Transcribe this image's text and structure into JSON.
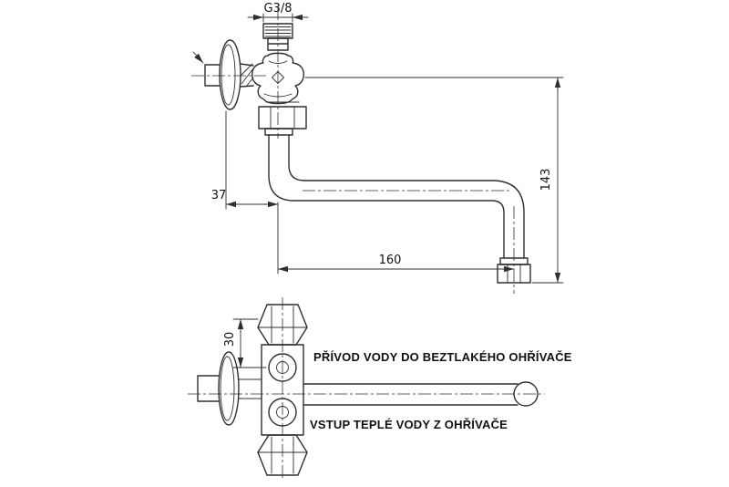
{
  "drawing": {
    "colors": {
      "background": "#ffffff",
      "line": "#2f2f2f",
      "text": "#111111"
    },
    "dimensions": {
      "thread_size": "G3/8",
      "wall_offset": "37",
      "spout_reach": "160",
      "spout_height": "143",
      "port_spacing": "30"
    },
    "annotations": {
      "inlet_label": "PŘÍVOD VODY DO BEZTLAKÉHO OHŘÍVAČE",
      "outlet_label": "VSTUP TEPLÉ VODY Z OHŘÍVAČE"
    }
  }
}
